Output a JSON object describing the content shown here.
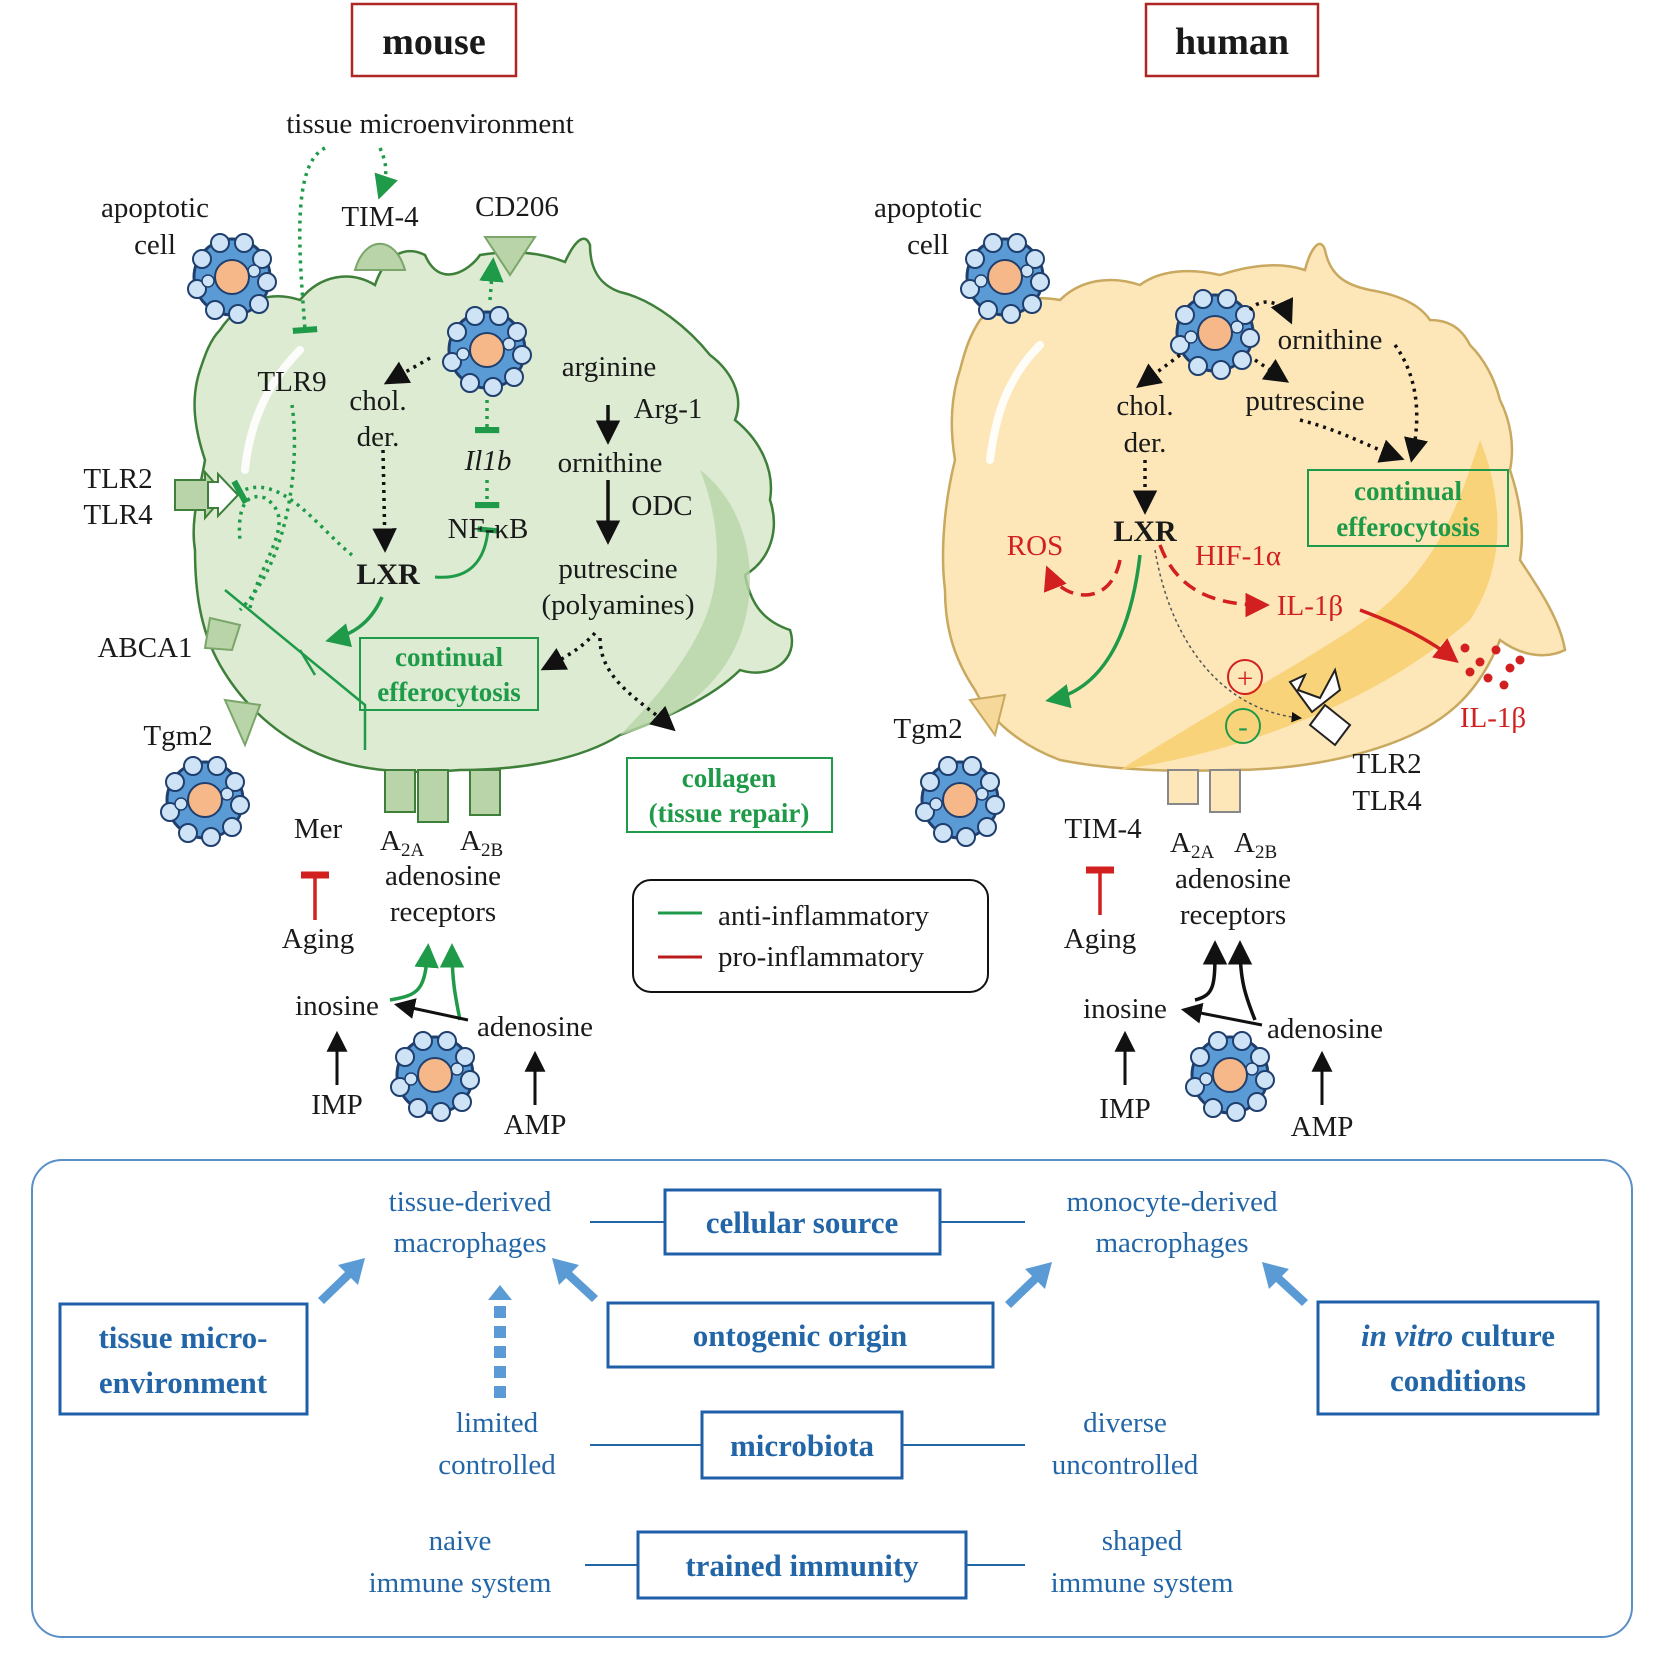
{
  "colors": {
    "anti_inflammatory": "#1e9a48",
    "pro_inflammatory": "#b81c1c",
    "mouse_cell": "#dcebd2",
    "human_cell": "#fde7b8",
    "bottom_text": "#2366a8"
  },
  "mouse": {
    "title": "mouse",
    "tissue_microenvironment": "tissue microenvironment",
    "tim4": "TIM-4",
    "cd206": "CD206",
    "apoptotic_cell": [
      "apoptotic",
      "cell"
    ],
    "tlr9": "TLR9",
    "chol_der": [
      "chol.",
      "der."
    ],
    "il1b": "Il1b",
    "nfkb": "NF-κB",
    "lxr": "LXR",
    "arginine": "arginine",
    "arg1": "Arg-1",
    "ornithine": "ornithine",
    "odc": "ODC",
    "putrescine": [
      "putrescine",
      "(polyamines)"
    ],
    "tlr2": "TLR2",
    "tlr4": "TLR4",
    "abca1": "ABCA1",
    "tgm2": "Tgm2",
    "continual_efferocytosis": [
      "continual",
      "efferocytosis"
    ],
    "collagen": [
      "collagen",
      "(tissue repair)"
    ],
    "mer": "Mer",
    "aging": "Aging",
    "a2a": "A",
    "a2a_sub": "2A",
    "a2b": "A",
    "a2b_sub": "2B",
    "adenosine_receptors": [
      "adenosine",
      "receptors"
    ],
    "inosine": "inosine",
    "adenosine": "adenosine",
    "imp": "IMP",
    "amp": "AMP"
  },
  "human": {
    "title": "human",
    "apoptotic_cell": [
      "apoptotic",
      "cell"
    ],
    "ornithine": "ornithine",
    "chol_der": [
      "chol.",
      "der."
    ],
    "putrescine": "putrescine",
    "continual_efferocytosis": [
      "continual",
      "efferocytosis"
    ],
    "lxr": "LXR",
    "ros": "ROS",
    "hif1a": "HIF-1α",
    "il1b": "IL-1β",
    "il1b_out": "IL-1β",
    "plus": "+",
    "minus": "-",
    "tgm2": "Tgm2",
    "tlr2": "TLR2",
    "tlr4": "TLR4",
    "tim4": "TIM-4",
    "aging": "Aging",
    "a2a": "A",
    "a2a_sub": "2A",
    "a2b": "A",
    "a2b_sub": "2B",
    "adenosine_receptors": [
      "adenosine",
      "receptors"
    ],
    "inosine": "inosine",
    "adenosine": "adenosine",
    "imp": "IMP",
    "amp": "AMP"
  },
  "legend": {
    "anti": "anti-inflammatory",
    "pro": "pro-inflammatory"
  },
  "bottom": {
    "tissue_derived": [
      "tissue-derived",
      "macrophages"
    ],
    "monocyte_derived": [
      "monocyte-derived",
      "macrophages"
    ],
    "cellular_source": "cellular  source",
    "ontogenic_origin": "ontogenic  origin",
    "tissue_micro": [
      "tissue micro-",
      "environment"
    ],
    "in_vitro_italic": "in vitro",
    "in_vitro_rest": " culture",
    "conditions": "conditions",
    "limited_controlled": [
      "limited",
      "controlled"
    ],
    "microbiota": "microbiota",
    "diverse_uncontrolled": [
      "diverse",
      "uncontrolled"
    ],
    "naive": [
      "naive",
      "immune system"
    ],
    "trained_immunity": "trained  immunity",
    "shaped": [
      "shaped",
      "immune system"
    ]
  }
}
